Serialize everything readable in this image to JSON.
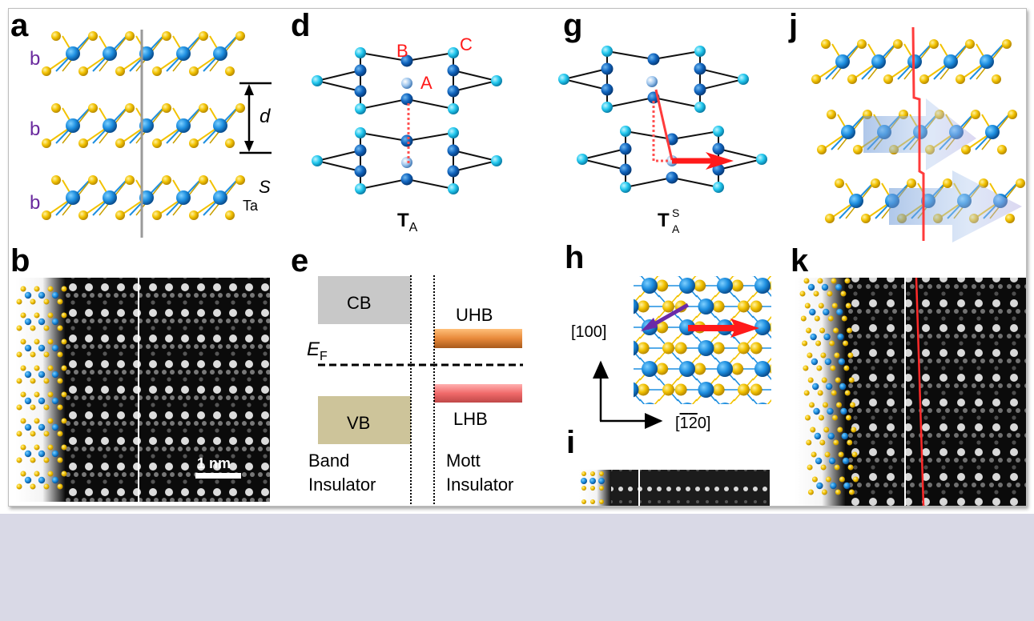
{
  "figure": {
    "panels": {
      "a": {
        "label": "a",
        "layer_labels": [
          "b",
          "b",
          "b"
        ],
        "spacing_label": "d",
        "atom_labels": {
          "chalcogen": "S",
          "metal": "Ta"
        },
        "colors": {
          "metal": "#1e8fe0",
          "chalcogen": "#f2c200",
          "layer_label": "#6a2a9e",
          "guide_line": "#999999"
        }
      },
      "b": {
        "label": "b",
        "scale_bar": "1 nm"
      },
      "d": {
        "label": "d",
        "site_labels": [
          "B",
          "C",
          "A"
        ],
        "stacking_label": "T",
        "stacking_subscript": "A",
        "colors": {
          "site_label": "#ff1a1a",
          "dotted_line": "#ff5050"
        }
      },
      "e": {
        "label": "e",
        "fermi_label": "E",
        "fermi_subscript": "F",
        "bands": {
          "cb": "CB",
          "vb": "VB",
          "uhb": "UHB",
          "lhb": "LHB"
        },
        "columns": [
          {
            "line1": "Band",
            "line2": "Insulator"
          },
          {
            "line1": "Mott",
            "line2": "Insulator"
          }
        ],
        "colors": {
          "cb": "#c8c8c8",
          "vb": "#cdc49a",
          "uhb": "#e8893a",
          "lhb": "#f07070"
        }
      },
      "g": {
        "label": "g",
        "stacking_label": "T",
        "stacking_subscript": "A",
        "stacking_superscript": "S",
        "colors": {
          "arrow": "#ff1a1a"
        }
      },
      "h": {
        "label": "h",
        "axis_vertical": "[100]",
        "axis_horizontal": "[¯1¯20]",
        "colors": {
          "red_arrow": "#ff1a1a",
          "purple_arrow": "#6a2aa8"
        }
      },
      "i": {
        "label": "i"
      },
      "j": {
        "label": "j",
        "colors": {
          "shift_line": "#ff3b3b",
          "shift_arrow": "#8fb1e6"
        }
      },
      "k": {
        "label": "k",
        "colors": {
          "reference_line": "#ffffff",
          "tilt_line": "#ff2a2a"
        }
      }
    }
  }
}
